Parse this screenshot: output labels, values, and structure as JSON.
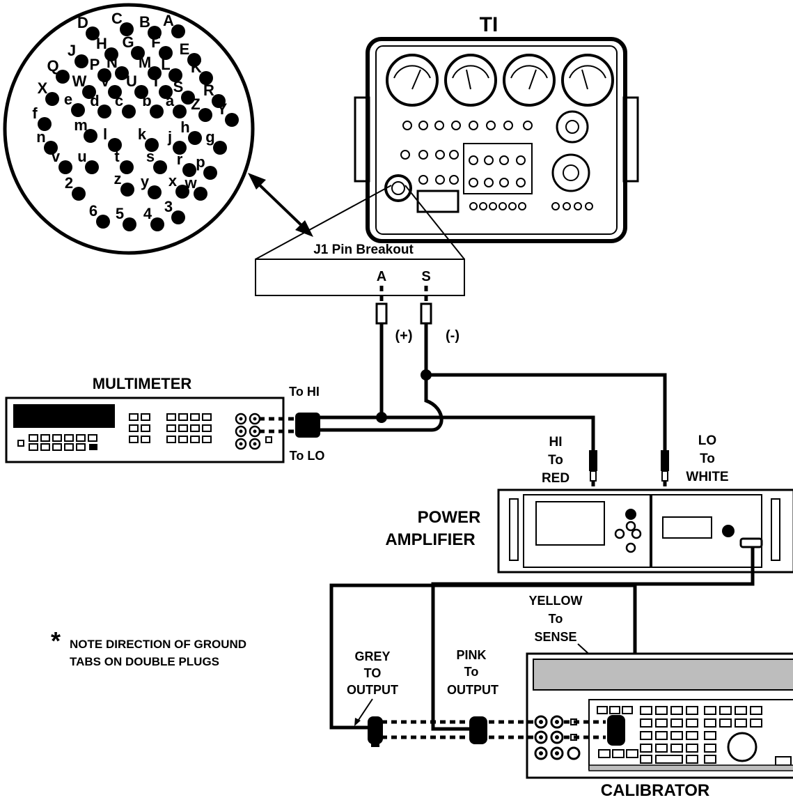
{
  "labels": {
    "ti": "TI",
    "breakout": "J1 Pin Breakout",
    "pin_a": "A",
    "pin_s": "S",
    "plus": "(+)",
    "minus": "(-)",
    "multimeter": "MULTIMETER",
    "to_hi": "To HI",
    "to_lo": "To LO",
    "hi_line1": "HI",
    "hi_line2": "To",
    "hi_line3": "RED",
    "lo_line1": "LO",
    "lo_line2": "To",
    "lo_line3": "WHITE",
    "power_line1": "POWER",
    "power_line2": "AMPLIFIER",
    "note_star": "*",
    "note_line1": "NOTE DIRECTION OF GROUND",
    "note_line2": "TABS ON DOUBLE PLUGS",
    "grey_line1": "GREY",
    "grey_line2": "TO",
    "grey_line3": "OUTPUT",
    "pink_line1": "PINK",
    "pink_line2": "To",
    "pink_line3": "OUTPUT",
    "yellow_line1": "YELLOW",
    "yellow_line2": "To",
    "yellow_line3": "SENSE",
    "calibrator": "CALIBRATOR"
  },
  "connector_pins": [
    {
      "t": "D"
    },
    {
      "t": "C"
    },
    {
      "t": "B"
    },
    {
      "t": "A"
    },
    {
      "t": "H"
    },
    {
      "t": "G"
    },
    {
      "t": "F"
    },
    {
      "t": "J"
    },
    {
      "t": "E"
    },
    {
      "t": "P"
    },
    {
      "t": "N"
    },
    {
      "t": "M"
    },
    {
      "t": "L"
    },
    {
      "t": "Q"
    },
    {
      "t": "K"
    },
    {
      "t": "W"
    },
    {
      "t": "V"
    },
    {
      "t": "U"
    },
    {
      "t": "T"
    },
    {
      "t": "S"
    },
    {
      "t": "X"
    },
    {
      "t": "R"
    },
    {
      "t": "e"
    },
    {
      "t": "d"
    },
    {
      "t": "c"
    },
    {
      "t": "b"
    },
    {
      "t": "a"
    },
    {
      "t": "Z"
    },
    {
      "t": "f"
    },
    {
      "t": "Y"
    },
    {
      "t": "m"
    },
    {
      "t": "l"
    },
    {
      "t": "k"
    },
    {
      "t": "j"
    },
    {
      "t": "h"
    },
    {
      "t": "n"
    },
    {
      "t": "g"
    },
    {
      "t": "v"
    },
    {
      "t": "u"
    },
    {
      "t": "t"
    },
    {
      "t": "s"
    },
    {
      "t": "r"
    },
    {
      "t": "p"
    },
    {
      "t": "2"
    },
    {
      "t": "z"
    },
    {
      "t": "y"
    },
    {
      "t": "x"
    },
    {
      "t": "w"
    },
    {
      "t": "6"
    },
    {
      "t": "5"
    },
    {
      "t": "4"
    },
    {
      "t": "3"
    }
  ]
}
